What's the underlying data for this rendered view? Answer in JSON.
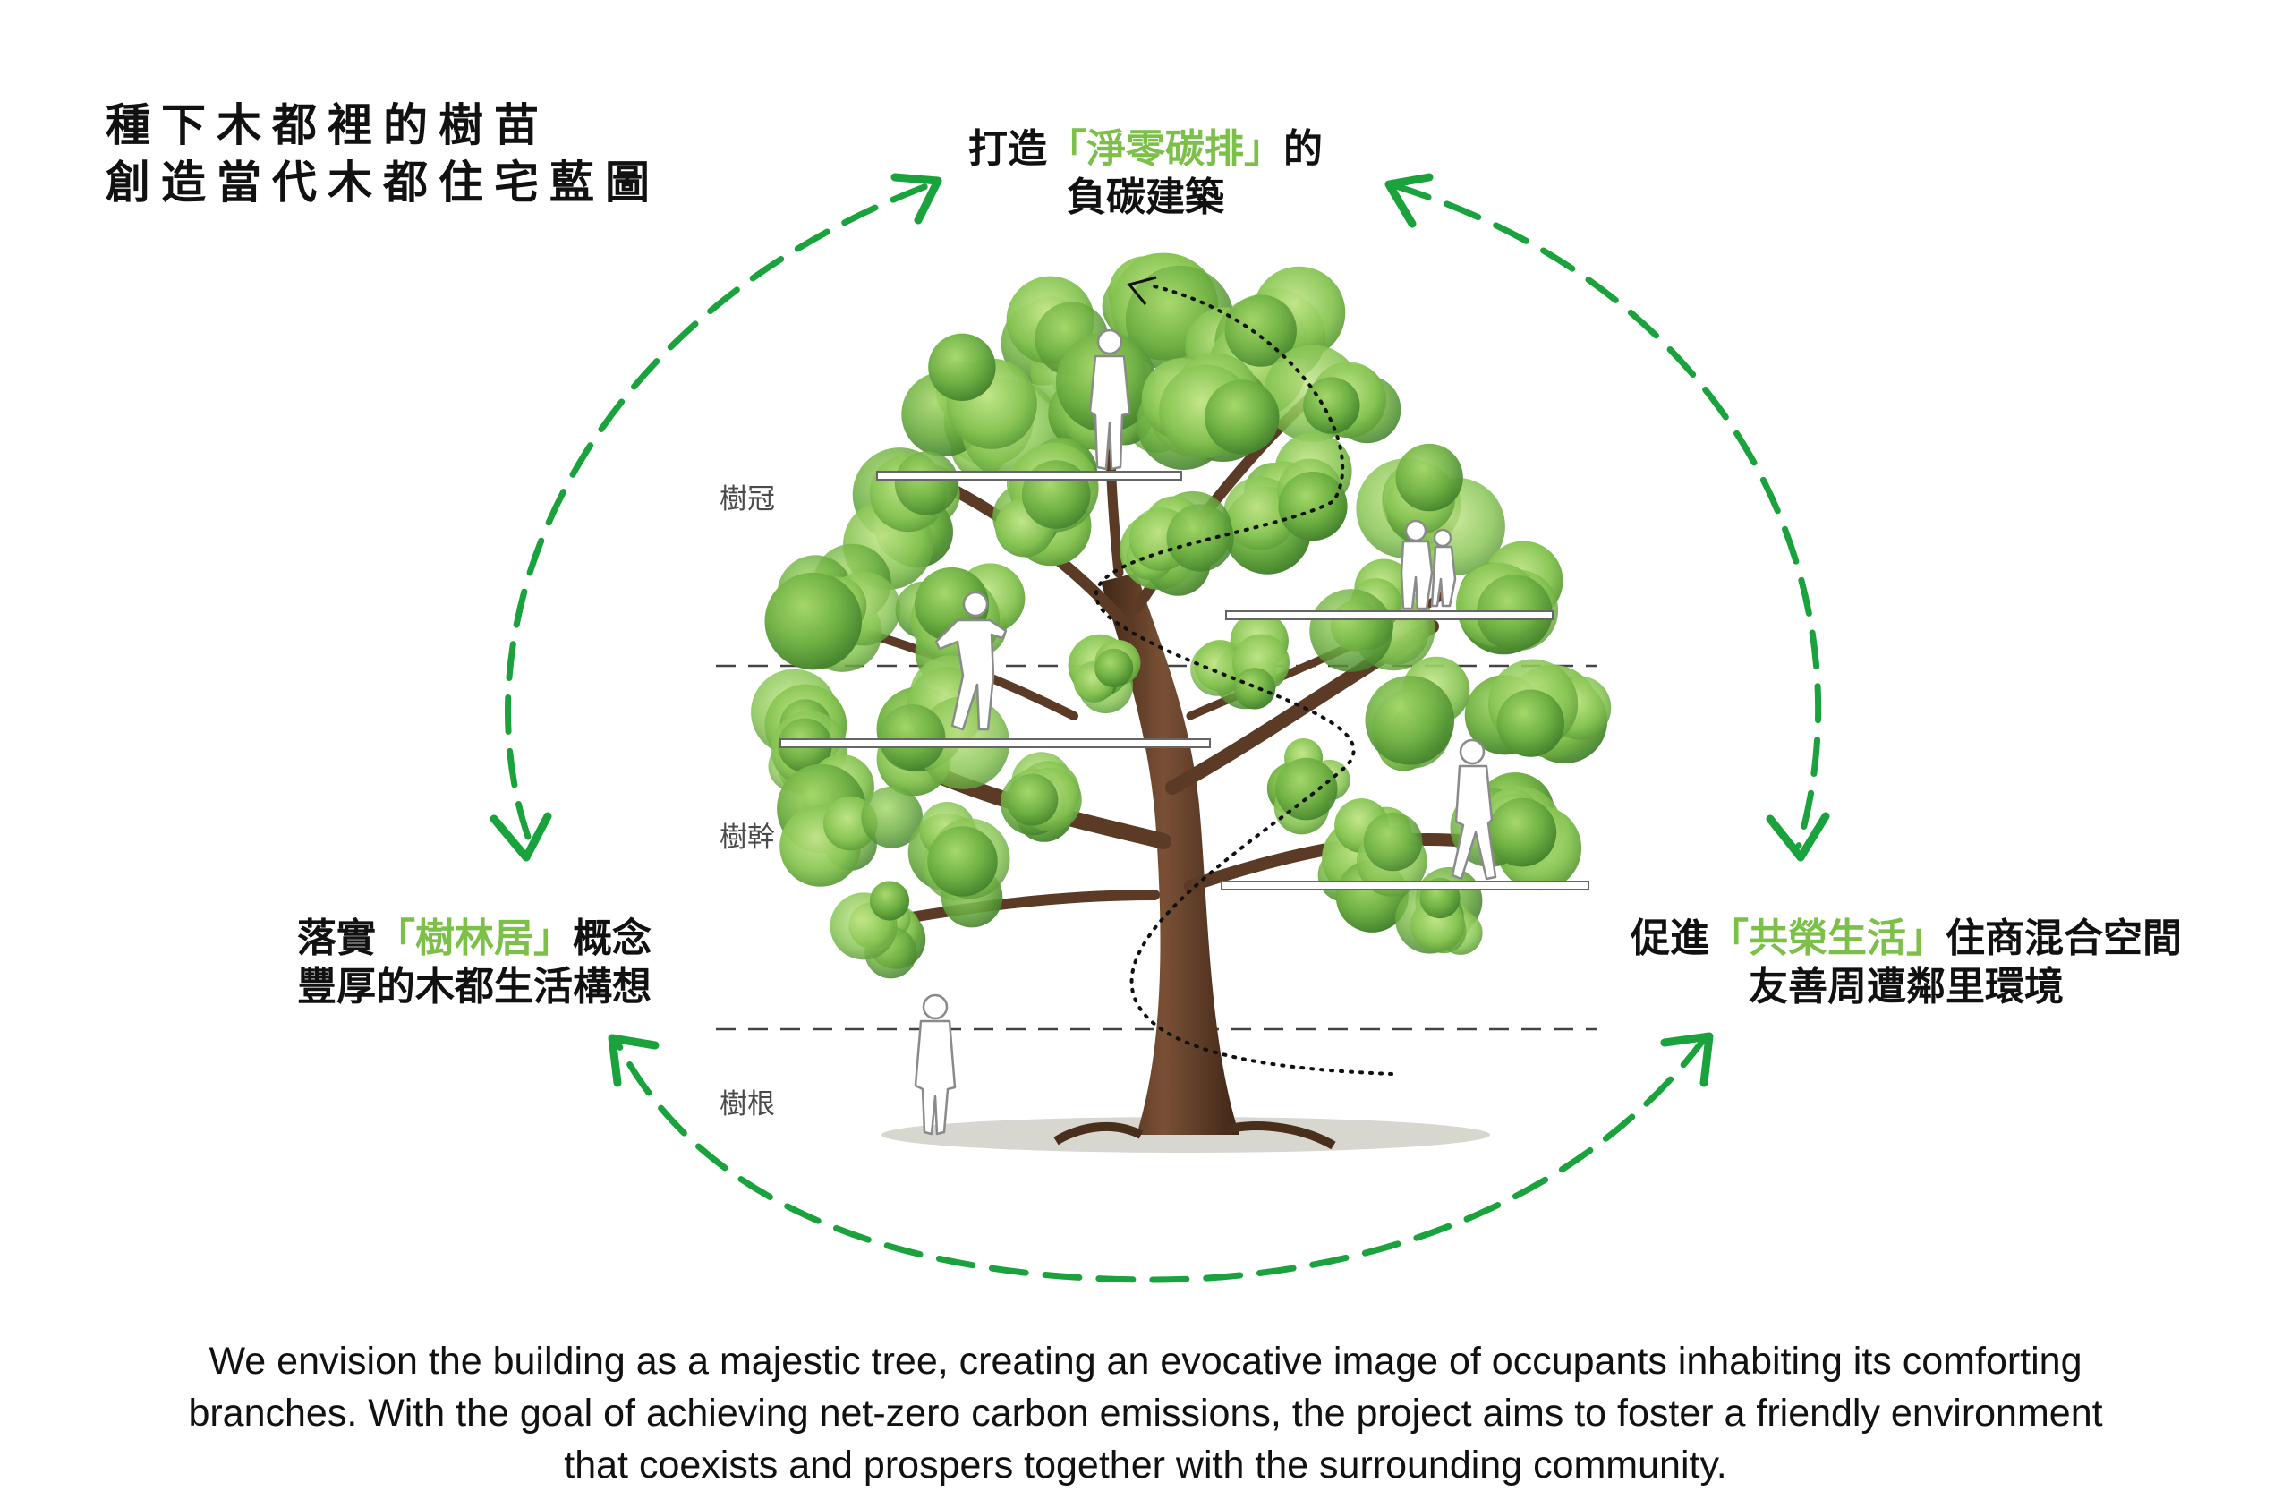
{
  "title": {
    "line1": "種下木都裡的樹苗",
    "line2": "創造當代木都住宅藍圖"
  },
  "goals": {
    "top": {
      "line1_pre": "打造",
      "line1_hl": "「淨零碳排」",
      "line1_post": "的",
      "line2": "負碳建築"
    },
    "left": {
      "line1_pre": "落實",
      "line1_hl": "「樹林居」",
      "line1_post": "概念",
      "line2": "豐厚的木都生活構想"
    },
    "right": {
      "line1_pre": "促進",
      "line1_hl": "「共榮生活」",
      "line1_post": "住商混合空間",
      "line2": "友善周遭鄰里環境"
    }
  },
  "zones": {
    "canopy": "樹冠",
    "trunk": "樹幹",
    "roots": "樹根"
  },
  "caption": "We envision the building as a majestic tree, creating an evocative image of occupants inhabiting its comforting branches. With the goal of achieving net-zero carbon emissions, the project aims to foster a friendly environment that coexists and prospers together with the surrounding community.",
  "colors": {
    "cycle_arrow": "#1aa33c",
    "highlight": "#7cc04a",
    "foliage_dark": "#3f7d2a",
    "foliage_light": "#8cc955",
    "trunk": "#5b3a26"
  },
  "icons": {
    "cycle": "dashed-circular-arrows",
    "tree": "tree-illustration",
    "people": "person-silhouette-icon"
  }
}
